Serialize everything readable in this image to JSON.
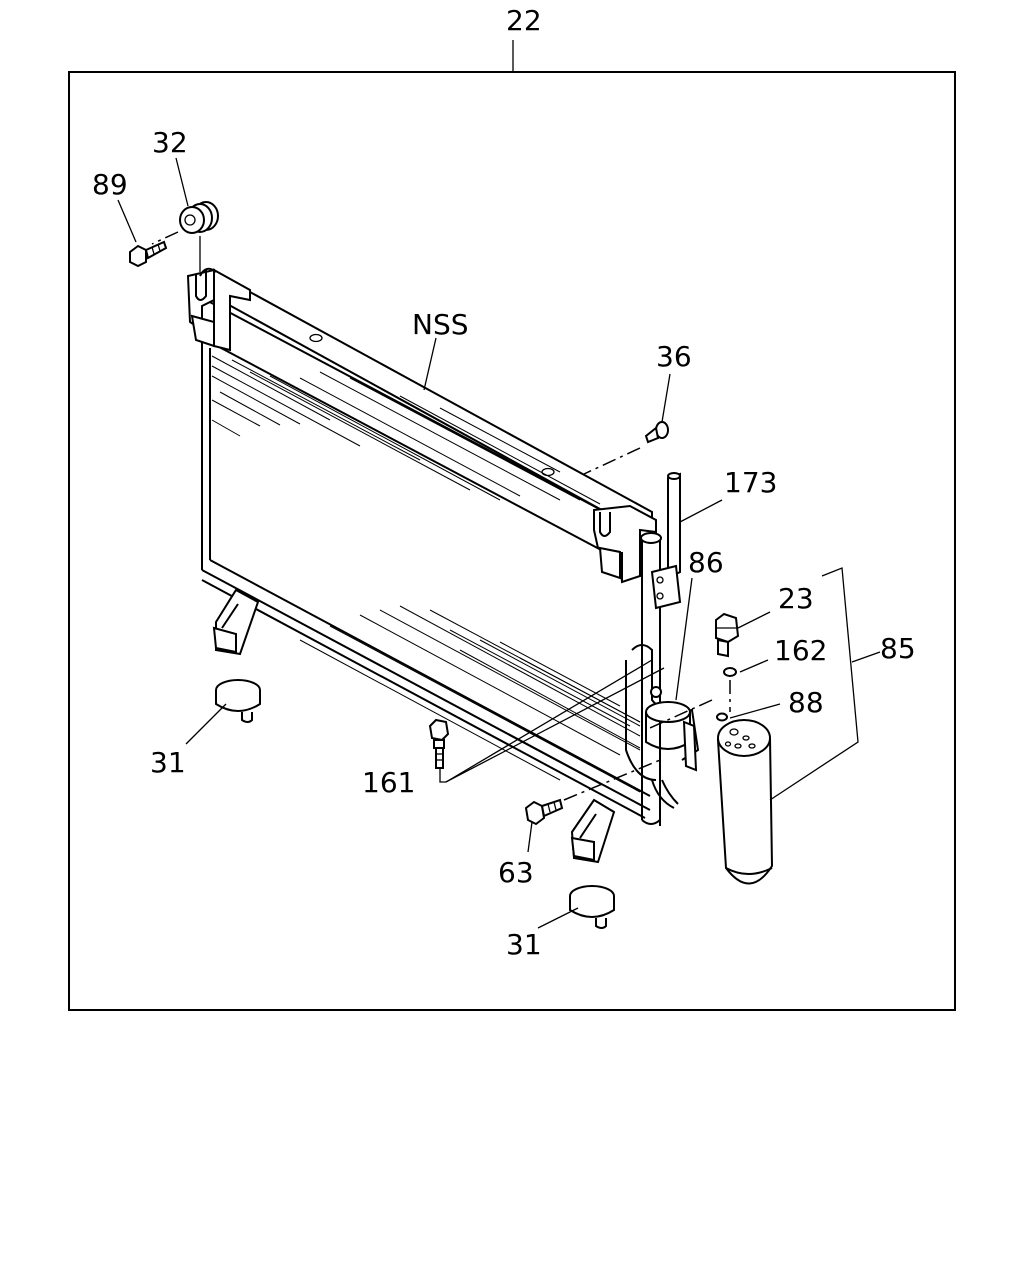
{
  "diagram": {
    "callouts": {
      "assembly": "22",
      "grommet": "32",
      "bolt_top": "89",
      "condenser": "NSS",
      "screw": "36",
      "pipe": "173",
      "bracket": "86",
      "switch": "23",
      "o_ring_upper": "162",
      "receiver_assy": "85",
      "o_ring_lower": "88",
      "mount_left": "31",
      "bolt_161": "161",
      "bolt_63": "63",
      "mount_bottom": "31"
    }
  }
}
